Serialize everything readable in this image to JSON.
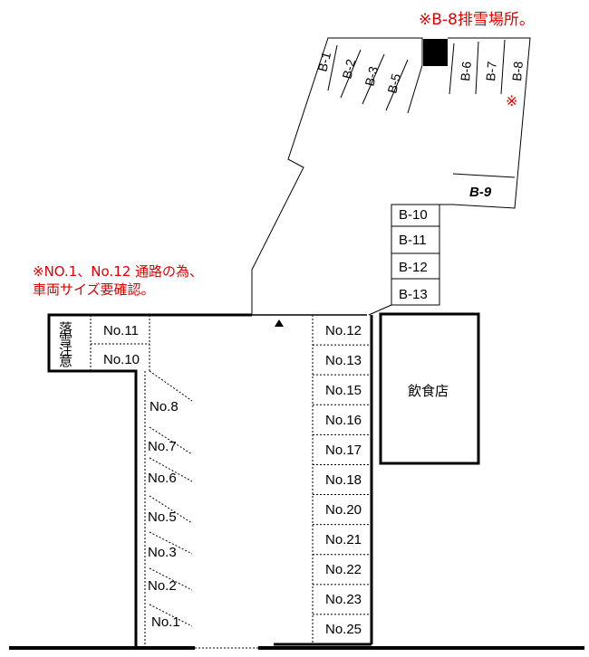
{
  "notes": {
    "top_right": "※B-8排雪場所。",
    "passage_line1": "※NO.1、No.12 通路の為、",
    "passage_line2": "車両サイズ要確認。",
    "b8_mark": "※"
  },
  "caution": [
    "落",
    "雪",
    "注",
    "意"
  ],
  "restaurant": "飲食店",
  "upper_slots": [
    "B-1",
    "B-2",
    "B-3",
    "B-5",
    "B-6",
    "B-7",
    "B-8"
  ],
  "b9": "B-9",
  "right_slots": [
    "B-10",
    "B-11",
    "B-12",
    "B-13"
  ],
  "left_top_slots": [
    "No.11",
    "No.10"
  ],
  "left_slots": [
    "No.8",
    "No.7",
    "No.6",
    "No.5",
    "No.3",
    "No.2",
    "No.1"
  ],
  "center_slots": [
    "No.12",
    "No.13",
    "No.15",
    "No.16",
    "No.17",
    "No.18",
    "No.20",
    "No.21",
    "No.22",
    "No.23",
    "No.25"
  ],
  "colors": {
    "note": "#e00000",
    "line": "#000000"
  }
}
